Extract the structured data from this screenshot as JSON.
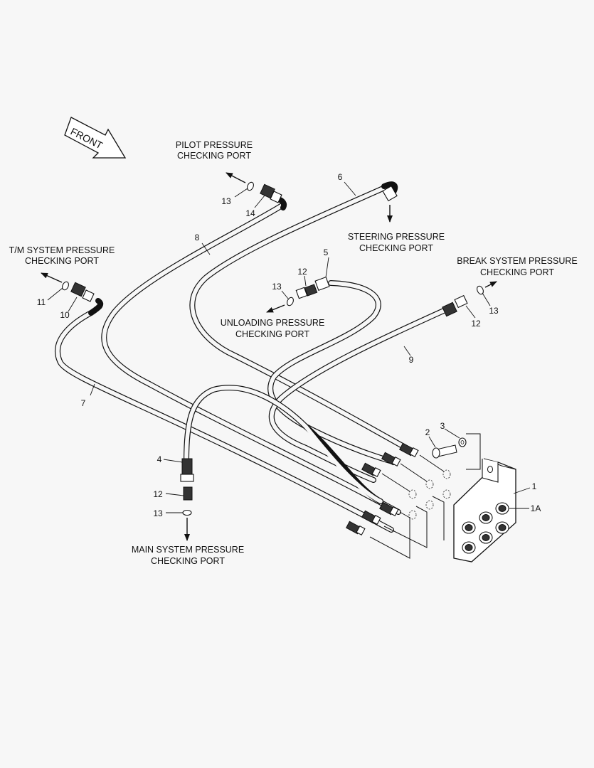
{
  "labels": {
    "front": "FRONT",
    "pilot_line1": "PILOT PRESSURE",
    "pilot_line2": "CHECKING PORT",
    "steering_line1": "STEERING PRESSURE",
    "steering_line2": "CHECKING PORT",
    "tm_line1": "T/M SYSTEM PRESSURE",
    "tm_line2": "CHECKING PORT",
    "break_line1": "BREAK SYSTEM PRESSURE",
    "break_line2": "CHECKING PORT",
    "unloading_line1": "UNLOADING PRESSURE",
    "unloading_line2": "CHECKING PORT",
    "main_line1": "MAIN SYSTEM PRESSURE",
    "main_line2": "CHECKING PORT"
  },
  "callouts": {
    "c1": "1",
    "c1a": "1A",
    "c2": "2",
    "c3": "3",
    "c4": "4",
    "c5": "5",
    "c6": "6",
    "c7": "7",
    "c8": "8",
    "c9": "9",
    "c10": "10",
    "c11": "11",
    "c12_unloading": "12",
    "c12_break": "12",
    "c12_main": "12",
    "c13_pilot": "13",
    "c13_unloading": "13",
    "c13_break": "13",
    "c13_main": "13",
    "c14": "14"
  }
}
